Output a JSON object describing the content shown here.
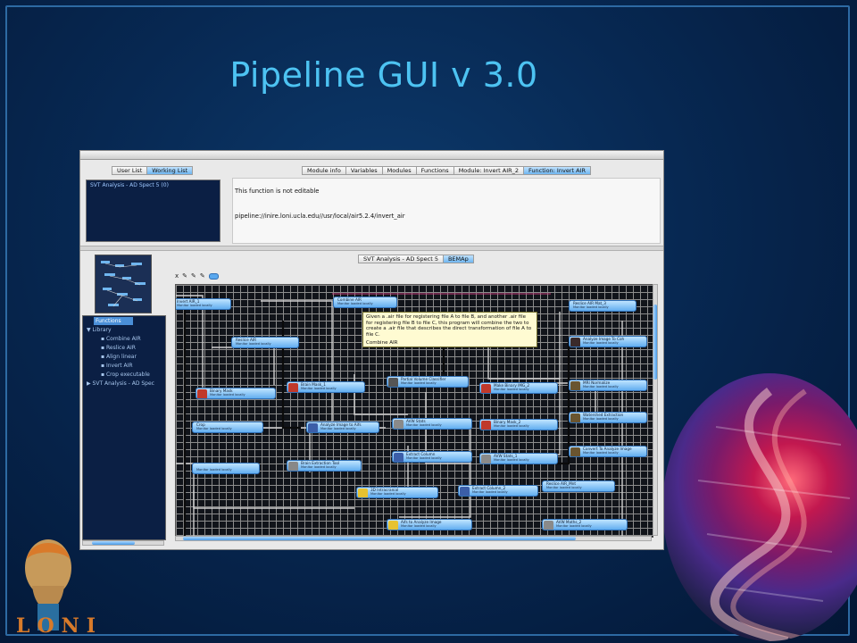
{
  "slide": {
    "title": "Pipeline GUI v 3.0",
    "logo_text": "LONI"
  },
  "left_tabs": [
    {
      "label": "User List",
      "active": false
    },
    {
      "label": "Working List",
      "active": true
    }
  ],
  "working_list": {
    "items": [
      "SVT Analysis - AD Spect 5 (0)"
    ]
  },
  "top_tabs": [
    {
      "label": "Module info",
      "active": false
    },
    {
      "label": "Variables",
      "active": false
    },
    {
      "label": "Modules",
      "active": false
    },
    {
      "label": "Functions",
      "active": false
    },
    {
      "label": "Module: Invert AIR_2",
      "active": false
    },
    {
      "label": "Function: Invert AIR",
      "active": true
    }
  ],
  "info_panel": {
    "editable_note": "This function is not editable",
    "path": "pipeline://inire.loni.ucla.edu//usr/local/air5.2.4/invert_air"
  },
  "workflow_tabs": [
    {
      "label": "SVT Analysis - AD Spect 5",
      "active": false
    },
    {
      "label": "BEMAp",
      "active": true
    }
  ],
  "functions_tree": {
    "header": "Functions",
    "nodes": [
      {
        "label": "Library",
        "depth": 0
      },
      {
        "label": "Combine AIR",
        "depth": 1
      },
      {
        "label": "Reslice AIR",
        "depth": 1
      },
      {
        "label": "Align linear",
        "depth": 1
      },
      {
        "label": "Invert AIR",
        "depth": 1
      },
      {
        "label": "Crop executable",
        "depth": 1
      },
      {
        "label": "SVT Analysis - AD Spec",
        "depth": 0
      }
    ]
  },
  "toolbar": {
    "close_glyph": "x"
  },
  "modules": [
    {
      "name": "Invert AIR_1",
      "sub": "Monitor loaded locally"
    },
    {
      "name": "Combine AIR",
      "sub": "Monitor loaded locally"
    },
    {
      "name": "Reslice AIR Mat_3",
      "sub": "Monitor loaded locally"
    },
    {
      "name": "Reslice AIR",
      "sub": "Monitor loaded locally"
    },
    {
      "name": "Analyze Image To Coh",
      "sub": "Monitor loaded locally"
    },
    {
      "name": "Binary Mask",
      "sub": "Monitor loaded locally"
    },
    {
      "name": "Brain Mask_1",
      "sub": "Monitor loaded locally"
    },
    {
      "name": "Partial Volume Classifier",
      "sub": "Monitor loaded locally"
    },
    {
      "name": "Make Binary IMG_2",
      "sub": "Monitor loaded locally"
    },
    {
      "name": "MRI Normalize",
      "sub": "Monitor loaded locally"
    },
    {
      "name": "Crop",
      "sub": "Monitor loaded locally"
    },
    {
      "name": "Analyze Image to Aifs",
      "sub": "Monitor loaded locally"
    },
    {
      "name": "AVW Stats",
      "sub": "Monitor loaded locally"
    },
    {
      "name": "Binary Mask_2",
      "sub": "Monitor loaded locally"
    },
    {
      "name": "Watershed Extraction",
      "sub": "Monitor loaded locally"
    },
    {
      "name": "Convert To Analyze Image",
      "sub": "Monitor loaded locally"
    },
    {
      "name": "",
      "sub": "Monitor loaded locally"
    },
    {
      "name": "Brain Extraction Tool",
      "sub": "Monitor loaded locally"
    },
    {
      "name": "Extract Column",
      "sub": "Monitor loaded locally"
    },
    {
      "name": "AVW Stats_1",
      "sub": "Monitor loaded locally"
    },
    {
      "name": "3D Intracranial",
      "sub": "Monitor loaded locally"
    },
    {
      "name": "Extract Column_2",
      "sub": "Monitor loaded locally"
    },
    {
      "name": "Reslice AIR_Mnt",
      "sub": "Monitor loaded locally"
    },
    {
      "name": "Aifs to Analyze Image",
      "sub": "Monitor loaded locally"
    },
    {
      "name": "AVW Maths_2",
      "sub": "Monitor loaded locally"
    }
  ],
  "tooltip": {
    "text": "Given a .air file for registering file A to file B, and another .air file for registering file B to file C, this program will combine the two to create a .air file that describes the direct transformation of file A to file C.",
    "title": "Combine AIR"
  },
  "colors": {
    "slide_background": "#072852",
    "title_color": "#4dc3f2",
    "module_blue": "#62aef0",
    "canvas_grid": "#8c8c8c",
    "tooltip_background": "#fffbd2",
    "logo_color": "#d77a2a"
  }
}
